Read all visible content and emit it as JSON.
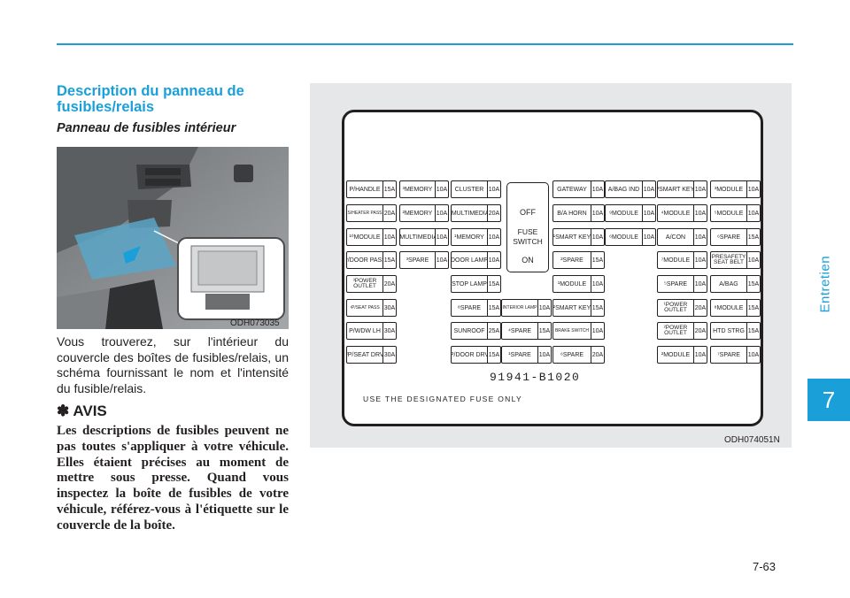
{
  "chapter": {
    "side_label": "Entretien",
    "number": "7"
  },
  "page_number": "7-63",
  "section_title": "Description du panneau de fusibles/relais",
  "subsection_title": "Panneau de fusibles intérieur",
  "photo_caption": "ODH073035",
  "body": "Vous trouverez, sur l'intérieur du couvercle des boîtes de fusibles/relais, un schéma fournissant le nom et l'intensité du fusible/relais.",
  "notice": {
    "title": "✽ AVIS",
    "text": "Les descriptions de fusibles peuvent ne pas toutes s'appliquer à votre véhicule. Elles étaient précises au moment de mettre sous presse. Quand vous inspectez la boîte de fusibles de votre véhicule, référez-vous à l'étiquette sur le couvercle de la boîte."
  },
  "figure_caption": "ODH074051N",
  "fuse_panel": {
    "switch": {
      "off": "OFF",
      "fuse": "FUSE",
      "switch": "SWITCH",
      "on": "ON"
    },
    "part_number": "91941-B1020",
    "usage_notice": "USE THE DESIGNATED FUSE ONLY",
    "fuses": [
      {
        "label": "P/HANDLE",
        "amp": "15A"
      },
      {
        "label": "S/HEATER PASS",
        "amp": "20A"
      },
      {
        "label": "¹⁰MODULE",
        "amp": "10A"
      },
      {
        "label": "P/DOOR PASS",
        "amp": "15A"
      },
      {
        "label": "³POWER OUTLET",
        "amp": "20A"
      },
      {
        "label": "¹P/SEAT PASS",
        "amp": "30A"
      },
      {
        "label": "P/WDW LH",
        "amp": "30A"
      },
      {
        "label": "²P/SEAT DRV",
        "amp": "30A"
      },
      {
        "label": "³MEMORY",
        "amp": "10A"
      },
      {
        "label": "²MEMORY",
        "amp": "10A"
      },
      {
        "label": "²MULTIMEDIA",
        "amp": "10A"
      },
      {
        "label": "³SPARE",
        "amp": "10A"
      },
      {
        "label": "CLUSTER",
        "amp": "10A"
      },
      {
        "label": "¹MULTIMEDIA",
        "amp": "20A"
      },
      {
        "label": "¹MEMORY",
        "amp": "10A"
      },
      {
        "label": "DOOR LAMP",
        "amp": "10A"
      },
      {
        "label": "STOP LAMP",
        "amp": "15A"
      },
      {
        "label": "⁸SPARE",
        "amp": "15A"
      },
      {
        "label": "SUNROOF",
        "amp": "25A"
      },
      {
        "label": "P/DOOR DRV",
        "amp": "15A"
      },
      {
        "label": "INTERIOR LAMP",
        "amp": "10A"
      },
      {
        "label": "⁴SPARE",
        "amp": "15A"
      },
      {
        "label": "¹SPARE",
        "amp": "10A"
      },
      {
        "label": "GATEWAY",
        "amp": "10A"
      },
      {
        "label": "B/A HORN",
        "amp": "10A"
      },
      {
        "label": "¹SMART KEY",
        "amp": "10A"
      },
      {
        "label": "²SPARE",
        "amp": "15A"
      },
      {
        "label": "¹MODULE",
        "amp": "10A"
      },
      {
        "label": "²SMART KEY",
        "amp": "15A"
      },
      {
        "label": "BRAKE SWITCH",
        "amp": "10A"
      },
      {
        "label": "⁶SPARE",
        "amp": "20A"
      },
      {
        "label": "A/BAG IND",
        "amp": "10A"
      },
      {
        "label": "⁹MODULE",
        "amp": "10A"
      },
      {
        "label": "⁶MODULE",
        "amp": "10A"
      },
      {
        "label": "³SMART KEY",
        "amp": "10A"
      },
      {
        "label": "⁴MODULE",
        "amp": "10A"
      },
      {
        "label": "A/CON",
        "amp": "10A"
      },
      {
        "label": "⁷MODULE",
        "amp": "10A"
      },
      {
        "label": "⁵SPARE",
        "amp": "10A"
      },
      {
        "label": "¹POWER OUTLET",
        "amp": "20A"
      },
      {
        "label": "²POWER OUTLET",
        "amp": "20A"
      },
      {
        "label": "²MODULE",
        "amp": "10A"
      },
      {
        "label": "³MODULE",
        "amp": "10A"
      },
      {
        "label": "⁵MODULE",
        "amp": "10A"
      },
      {
        "label": "⁶SPARE",
        "amp": "15A"
      },
      {
        "label": "PRESAFETY SEAT BELT",
        "amp": "10A"
      },
      {
        "label": "A/BAG",
        "amp": "15A"
      },
      {
        "label": "⁸MODULE",
        "amp": "15A"
      },
      {
        "label": "HTD STRG",
        "amp": "15A"
      },
      {
        "label": "⁷SPARE",
        "amp": "10A"
      }
    ]
  }
}
